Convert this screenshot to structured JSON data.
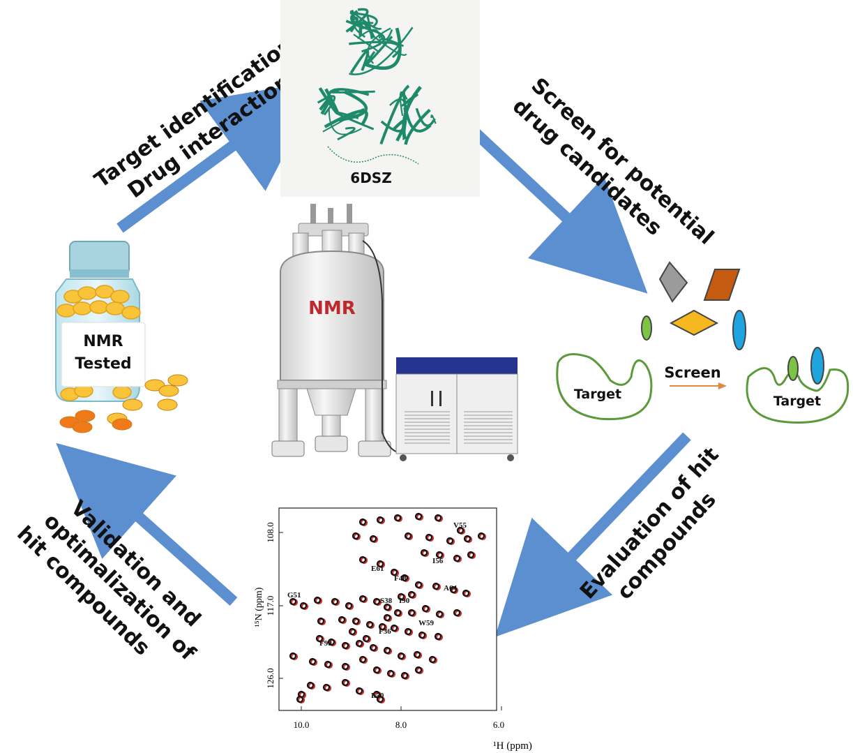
{
  "steps": {
    "top_left_line1": "Target identification",
    "top_left_line2": "Drug interaction",
    "top_right_line1": "Screen for potential",
    "top_right_line2": "drug  candidates",
    "bottom_right_line1": "Evaluation of hit",
    "bottom_right_line2": "compounds",
    "bottom_left_line1": "Validation and",
    "bottom_left_line2": "optimalization of",
    "bottom_left_line3": "hit compounds"
  },
  "protein": {
    "pdb_id": "6DSZ"
  },
  "bottle": {
    "label_line1": "NMR",
    "label_line2": "Tested"
  },
  "magnet": {
    "label": "NMR"
  },
  "screen": {
    "target_left": "Target",
    "target_right": "Target",
    "action": "Screen"
  },
  "spectrum": {
    "x_axis_label": "¹H (ppm)",
    "y_axis_label": "¹⁵N (ppm)",
    "x_ticks": [
      "10.0",
      "8.0",
      "6.0"
    ],
    "y_ticks": [
      "108.0",
      "117.0",
      "126.0"
    ],
    "peak_labels": [
      "V55",
      "I56",
      "E61",
      "F48",
      "A64",
      "G51",
      "S38",
      "I90",
      "W59",
      "F36",
      "F99",
      "L50"
    ]
  },
  "colors": {
    "arrow": "#5b8fd0",
    "protein": "#1e8a6a",
    "magnet_text": "#c0282d",
    "target_outline": "#5b9a3a",
    "peak_red": "#c8302c"
  }
}
